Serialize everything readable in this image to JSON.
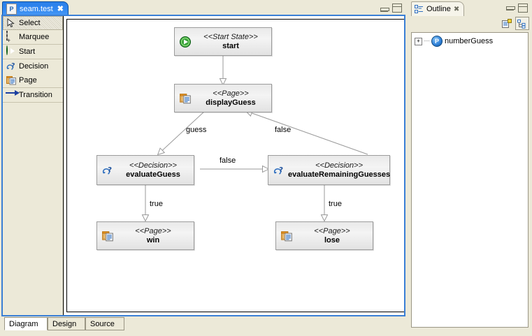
{
  "editor": {
    "tab": {
      "title": "seam.test",
      "icon": "process-file-icon",
      "close": "✖"
    },
    "window_buttons": {
      "minimize": "minimize-icon",
      "maximize": "maximize-icon"
    },
    "palette": {
      "groups": [
        {
          "items": [
            {
              "label": "Select",
              "icon": "cursor-icon",
              "selected": true
            },
            {
              "label": "Marquee",
              "icon": "marquee-icon",
              "selected": false
            }
          ]
        },
        {
          "items": [
            {
              "label": "Start",
              "icon": "start-state-icon",
              "selected": false
            }
          ]
        },
        {
          "items": [
            {
              "label": "Decision",
              "icon": "decision-icon",
              "selected": false
            },
            {
              "label": "Page",
              "icon": "page-icon",
              "selected": false
            }
          ]
        },
        {
          "items": [
            {
              "label": "Transition",
              "icon": "transition-arrow-icon",
              "selected": false
            }
          ]
        }
      ]
    },
    "bottom_tabs": [
      {
        "label": "Diagram",
        "active": true
      },
      {
        "label": "Design",
        "active": false
      },
      {
        "label": "Source",
        "active": false
      }
    ]
  },
  "diagram": {
    "nodes": [
      {
        "id": "start",
        "stereotype": "<<Start State>>",
        "name": "start",
        "icon": "start-state-icon"
      },
      {
        "id": "display",
        "stereotype": "<<Page>>",
        "name": "displayGuess",
        "icon": "page-icon"
      },
      {
        "id": "evalGuess",
        "stereotype": "<<Decision>>",
        "name": "evaluateGuess",
        "icon": "decision-icon"
      },
      {
        "id": "evalRemain",
        "stereotype": "<<Decision>>",
        "name": "evaluateRemainingGuesses",
        "icon": "decision-icon"
      },
      {
        "id": "win",
        "stereotype": "<<Page>>",
        "name": "win",
        "icon": "page-icon"
      },
      {
        "id": "lose",
        "stereotype": "<<Page>>",
        "name": "lose",
        "icon": "page-icon"
      }
    ],
    "transitions": [
      {
        "from": "start",
        "to": "display",
        "label": ""
      },
      {
        "from": "display",
        "to": "evalGuess",
        "label": "guess"
      },
      {
        "from": "evalRemain",
        "to": "display",
        "label": "false"
      },
      {
        "from": "evalGuess",
        "to": "evalRemain",
        "label": "false"
      },
      {
        "from": "evalGuess",
        "to": "win",
        "label": "true"
      },
      {
        "from": "evalRemain",
        "to": "lose",
        "label": "true"
      }
    ]
  },
  "outline": {
    "tab": {
      "title": "Outline",
      "icon": "outline-icon",
      "close": "✖"
    },
    "window_buttons": {
      "minimize": "minimize-icon",
      "maximize": "maximize-icon"
    },
    "toolbar": [
      {
        "icon": "flat-layout-icon",
        "pressed": false
      },
      {
        "icon": "tree-layout-icon",
        "pressed": true
      }
    ],
    "tree": [
      {
        "label": "numberGuess",
        "icon": "process-icon",
        "expander": "+",
        "expanded": false
      }
    ]
  }
}
